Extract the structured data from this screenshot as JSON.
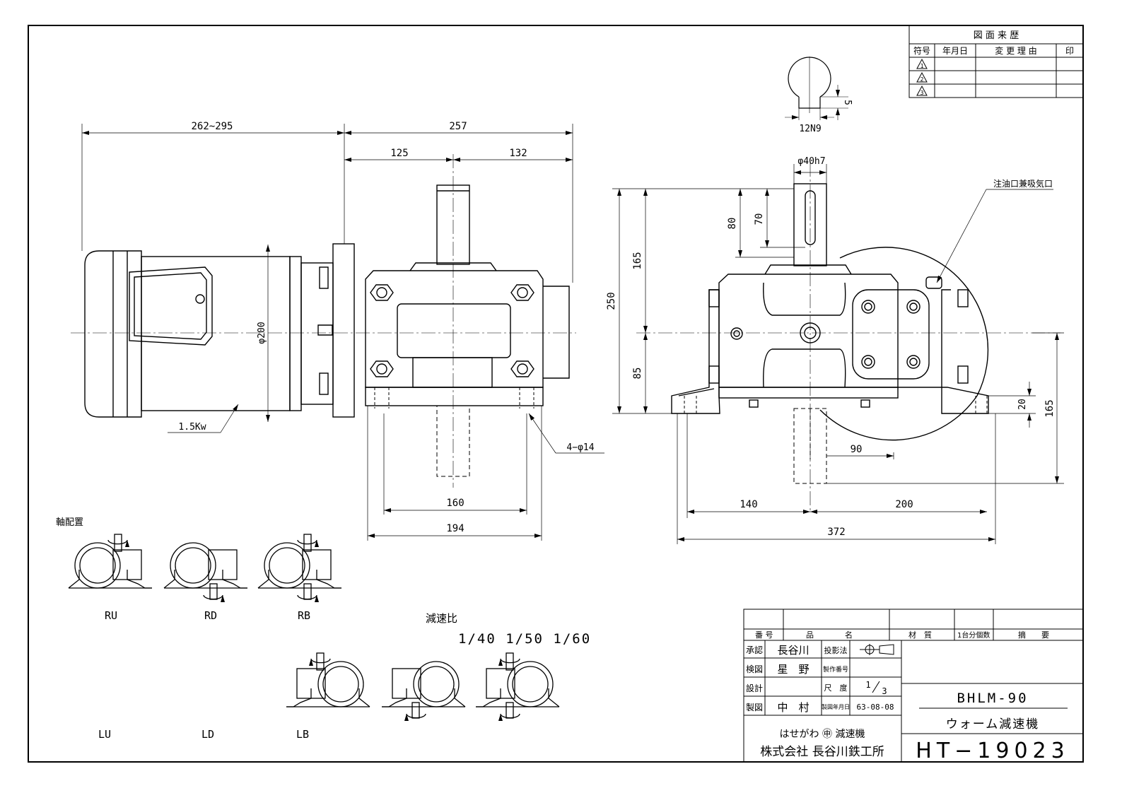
{
  "revision_table": {
    "title": "図 面 来 歴",
    "headers": [
      "符号",
      "年月日",
      "変 更 理 由",
      "印"
    ],
    "marks": [
      "1",
      "2",
      "3"
    ]
  },
  "dimensions": {
    "left_overall": "262~295",
    "top_overall": "257",
    "half_left": "125",
    "half_right": "132",
    "motor_dia": "φ200",
    "power": "1.5Kw",
    "holes": "4−φ14",
    "base_inner": "160",
    "base_outer": "194",
    "keyway_depth": "5",
    "key_width": "12N9",
    "shaft_dia": "φ40h7",
    "height_total": "250",
    "height_upper": "165",
    "height_lower": "85",
    "shaft_len_80": "80",
    "shaft_len_70": "70",
    "base_thick": "20",
    "center_height": "165",
    "offset_90": "90",
    "foot_left": "140",
    "foot_right": "200",
    "foot_total": "372"
  },
  "oil_port_note": "注油口兼吸気口",
  "shaft_arrangement": {
    "title": "軸配置",
    "labels": [
      "RU",
      "RD",
      "RB",
      "LU",
      "LD",
      "LB"
    ]
  },
  "reduction": {
    "title": "減速比",
    "values": "1/40  1/50  1/60"
  },
  "title_block": {
    "hdr_no": "番 号",
    "hdr_name": "品　　　　名",
    "hdr_material": "材　質",
    "hdr_qty": "1台分個数",
    "hdr_remarks": "摘　　要",
    "approve_label": "承認",
    "approve_name": "長谷川",
    "projection_label": "投影法",
    "check_label": "検図",
    "check_name": "星　野",
    "mfg_no_label": "製作番号",
    "design_label": "設計",
    "scale_label": "尺　度",
    "scale_num": "1",
    "scale_den": "3",
    "draw_label": "製図",
    "draw_name": "中　村",
    "date_label": "製図年月日",
    "date_value": "63-08-08",
    "model": "BHLM-90",
    "product": "ウォーム減速機",
    "brand_line": "はせがわ ㊥ 減速機",
    "company": "株式会社 長谷川鉄工所",
    "drawing_no": "HT−19023"
  }
}
